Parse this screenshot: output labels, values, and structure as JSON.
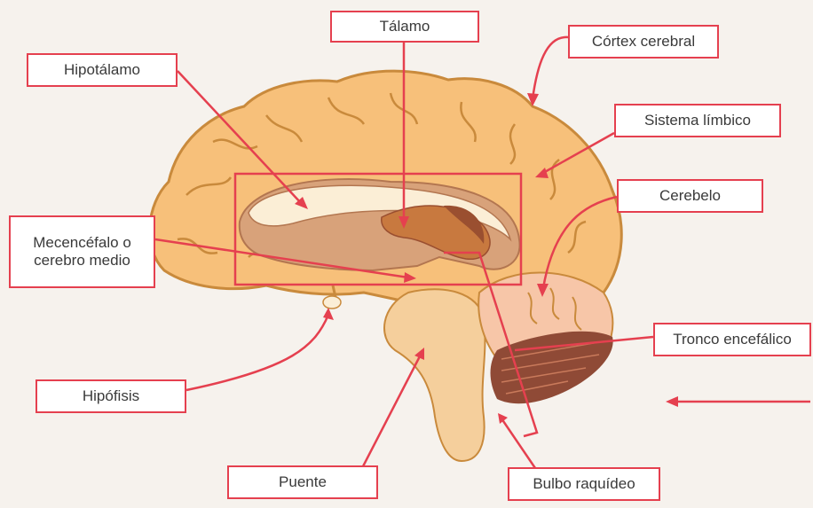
{
  "labels": {
    "talamo": "Tálamo",
    "hipotalamo": "Hipotálamo",
    "cortex": "Córtex cerebral",
    "limbico": "Sistema límbico",
    "cerebelo": "Cerebelo",
    "mesencefalo": "Mecencéfalo o cerebro medio",
    "tronco": "Tronco encefálico",
    "hipofisis": "Hipófisis",
    "puente": "Puente",
    "bulbo": "Bulbo raquídeo"
  },
  "colors": {
    "accent": "#e5404f",
    "cortex": "#f7c07a",
    "cortex_outline": "#c98a3c",
    "inner": "#d8a27a",
    "thalamus": "#c77a4b",
    "ventricle": "#fbeed6",
    "cerebellum": "#f7c6a8",
    "stem": "#f5cf9c",
    "dark": "#9a4f30",
    "background": "#f6f2ed"
  }
}
